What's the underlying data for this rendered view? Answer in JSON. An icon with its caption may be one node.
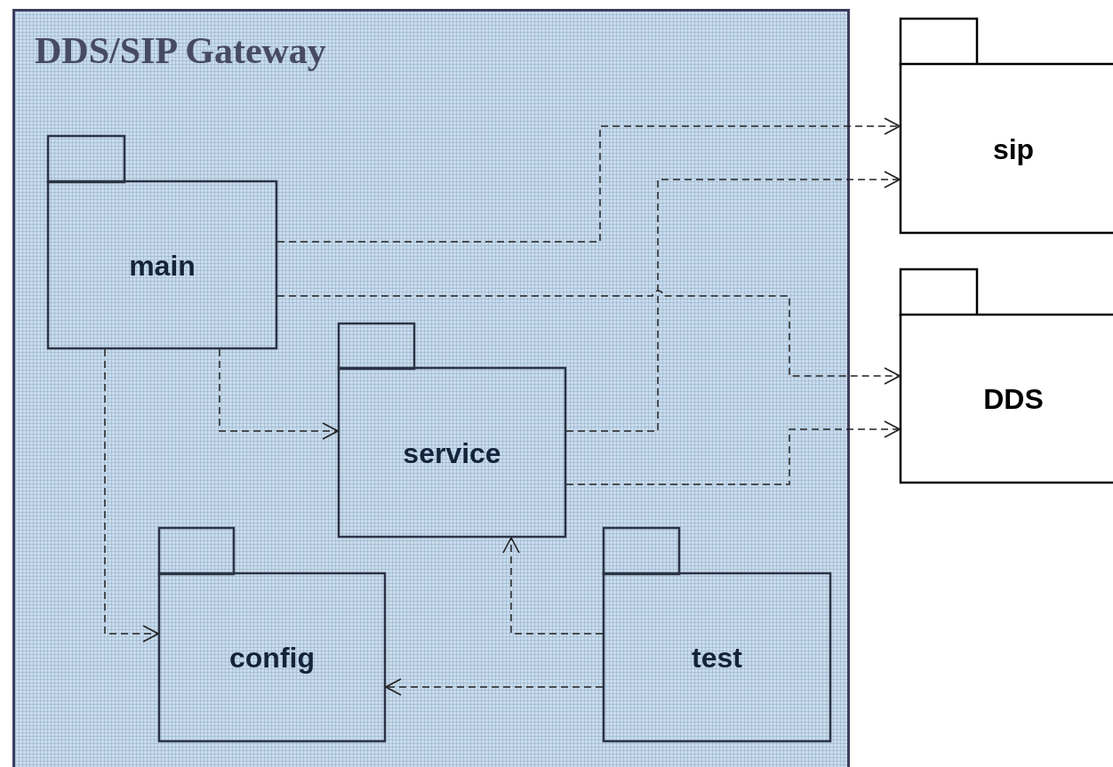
{
  "diagram": {
    "nodes": [
      {
        "text": [
          "DDS/SIP Gateway"
        ]
      },
      {
        "text": [
          "main"
        ],
        "in": 0
      },
      {
        "text": [
          "service"
        ],
        "in": 0
      },
      {
        "text": [
          "config"
        ],
        "in": 0
      },
      {
        "text": [
          "test"
        ],
        "in": 0
      },
      {
        "text": [
          "sip"
        ]
      },
      {
        "text": [
          "DDS"
        ]
      }
    ],
    "edges": [
      {
        "from": 1,
        "to": 5,
        "arrow": "to",
        "style": "dashed"
      },
      {
        "from": 2,
        "to": 5,
        "arrow": "to",
        "style": "dashed"
      },
      {
        "from": 1,
        "to": 6,
        "arrow": "to",
        "style": "dashed"
      },
      {
        "from": 2,
        "to": 6,
        "arrow": "to",
        "style": "dashed"
      },
      {
        "from": 1,
        "to": 2,
        "arrow": "to",
        "style": "dashed"
      },
      {
        "from": 1,
        "to": 3,
        "arrow": "to",
        "style": "dashed"
      },
      {
        "from": 4,
        "to": 2,
        "arrow": "to",
        "style": "dashed"
      },
      {
        "from": 4,
        "to": 3,
        "arrow": "to",
        "style": "dashed"
      }
    ]
  }
}
